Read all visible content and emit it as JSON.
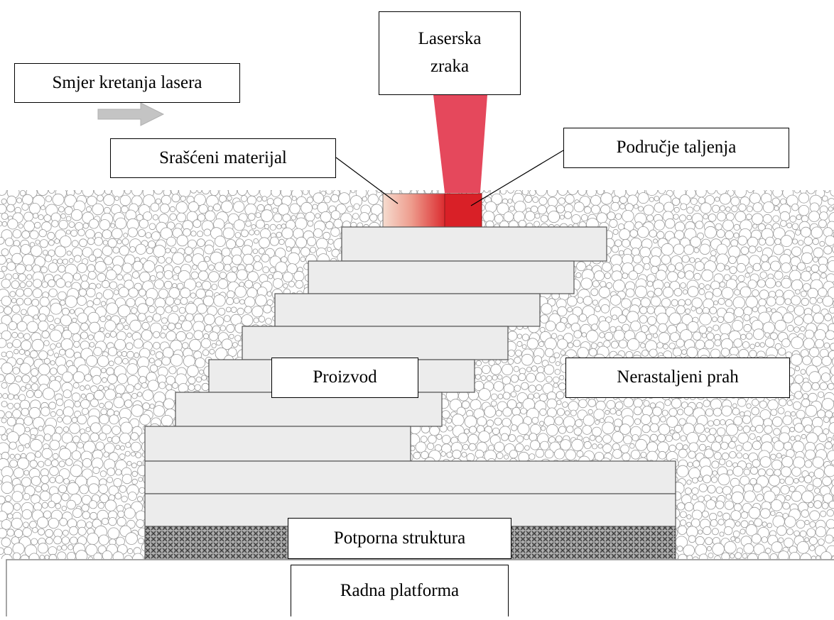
{
  "labels": {
    "direction": "Smjer kretanja lasera",
    "laser_line1": "Laserska",
    "laser_line2": "zraka",
    "sintered": "Srašćeni materijal",
    "melt_zone": "Područje taljenja",
    "product": "Proizvod",
    "powder": "Nerastaljeni prah",
    "support": "Potporna struktura",
    "platform": "Radna platforma"
  },
  "colors": {
    "laser_beam": "#e5485c",
    "melt_zone": "#d92027",
    "layer_fill": "#ececec",
    "powder_outline": "#9a9a9a",
    "arrow": "#c4c4c4"
  }
}
